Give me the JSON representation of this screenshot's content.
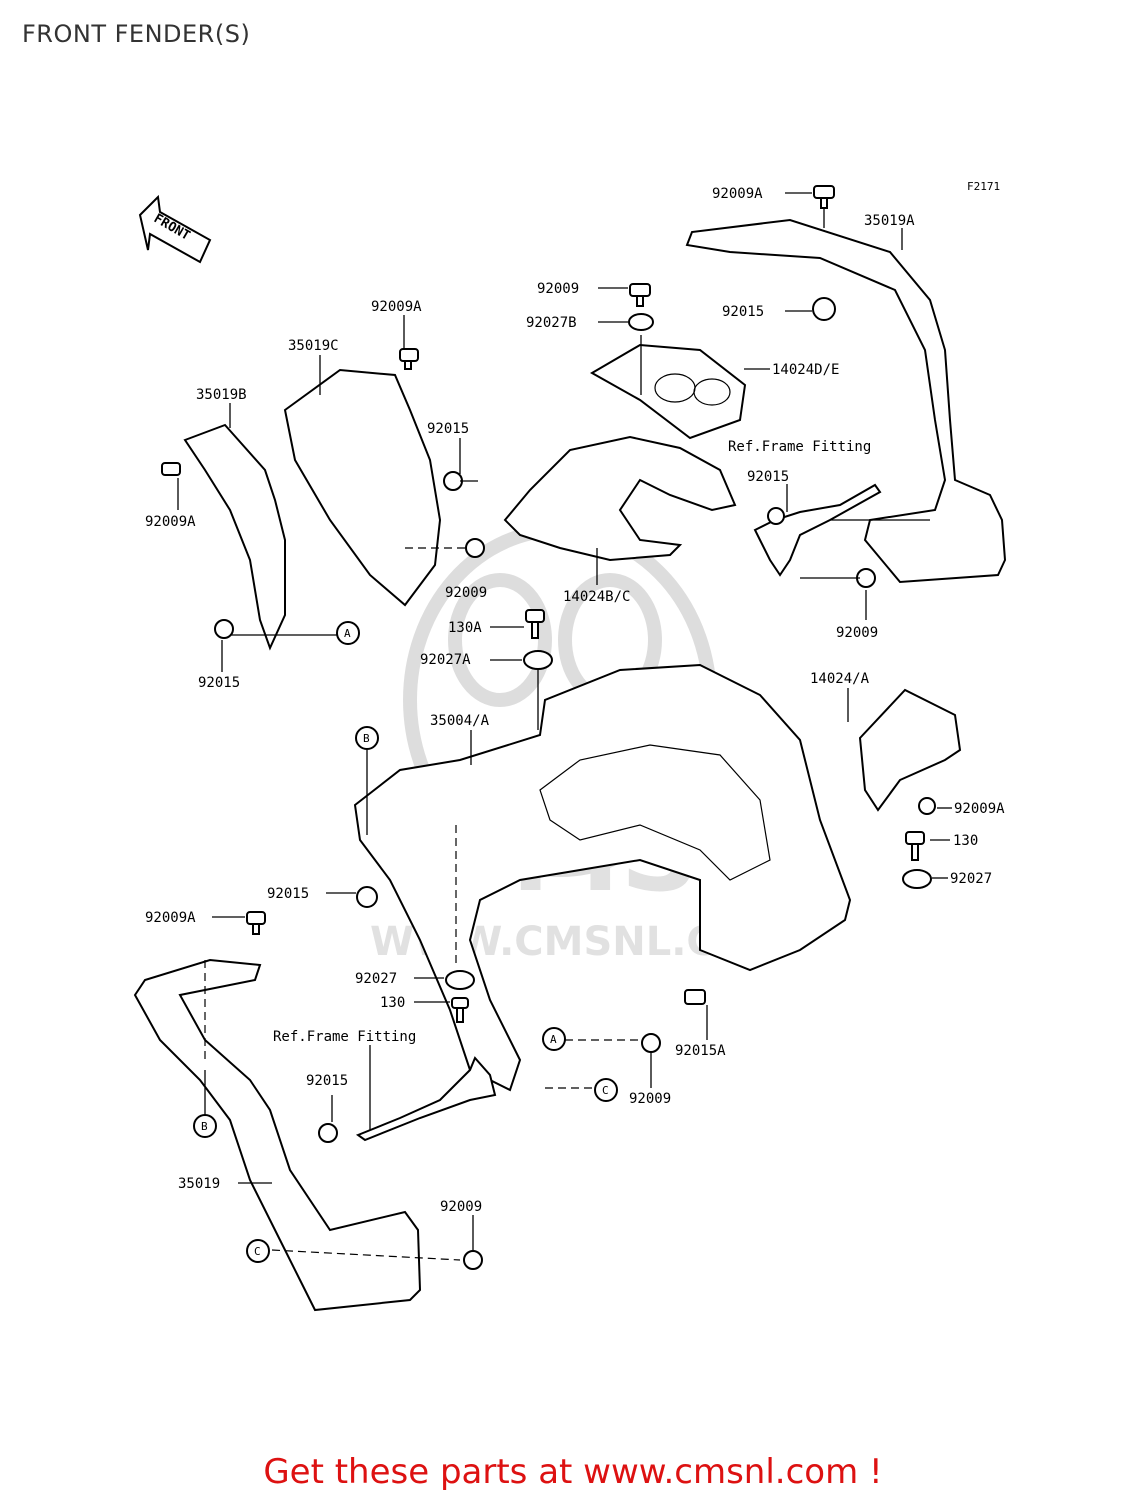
{
  "page": {
    "title": "FRONT FENDER(S)"
  },
  "footer": {
    "text": "Get these parts at www.cmsnl.com !"
  },
  "watermark": {
    "brand": "CMS",
    "url": "WWW.CMSNL.COM"
  },
  "diagram": {
    "code": "F2171",
    "front_arrow": "FRONT",
    "ref_frame_fitting": "Ref.Frame Fitting",
    "callouts": {
      "a": "A",
      "b": "B",
      "c": "C"
    },
    "parts": {
      "p92009a_top": "92009A",
      "p35019a": "35019A",
      "p92009_top": "92009",
      "p92027b": "92027B",
      "p92015_topright": "92015",
      "p14024de": "14024D/E",
      "p92009a_mid": "92009A",
      "p35019c": "35019C",
      "p35019b": "35019B",
      "p92015_mid": "92015",
      "p92009a_left": "92009A",
      "p92015_rightbracket": "92015",
      "p92009_center": "92009",
      "p14024bc": "14024B/C",
      "p92009_right": "92009",
      "p130a": "130A",
      "p92015_left": "92015",
      "p92027a": "92027A",
      "p14024a": "14024/A",
      "p35004a": "35004/A",
      "p92009a_right": "92009A",
      "p130_right": "130",
      "p92027_right": "92027",
      "p92015_center": "92015",
      "p92009a_bottom": "92009A",
      "p92027_center": "92027",
      "p130_center": "130",
      "p92015a": "92015A",
      "p92015_bottom": "92015",
      "p92009_bottomcenter": "92009",
      "p35019": "35019",
      "p92009_bottom": "92009"
    }
  }
}
